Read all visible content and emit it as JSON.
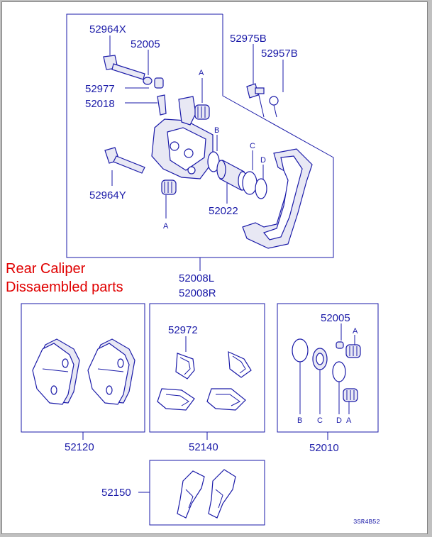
{
  "title": [
    "Rear Caliper",
    "Dissaembled parts"
  ],
  "colors": {
    "line": "#1a1aa8",
    "title": "#e00000",
    "background": "#ffffff"
  },
  "labels": {
    "p52964X": "52964X",
    "p52005a": "52005",
    "p52975B": "52975B",
    "p52957B": "52957B",
    "p52977": "52977",
    "p52018": "52018",
    "p52964Y": "52964Y",
    "p52022": "52022",
    "p52008L": "52008L",
    "p52008R": "52008R",
    "p52120": "52120",
    "p52972": "52972",
    "p52140": "52140",
    "p52005b": "52005",
    "p52010": "52010",
    "p52150": "52150",
    "ref": "3SR4B52"
  },
  "letters": {
    "A1": "A",
    "A2": "A",
    "B1": "B",
    "C1": "C",
    "D1": "D",
    "A3": "A",
    "B2": "B",
    "C2": "C",
    "D2": "D",
    "A4": "A"
  }
}
